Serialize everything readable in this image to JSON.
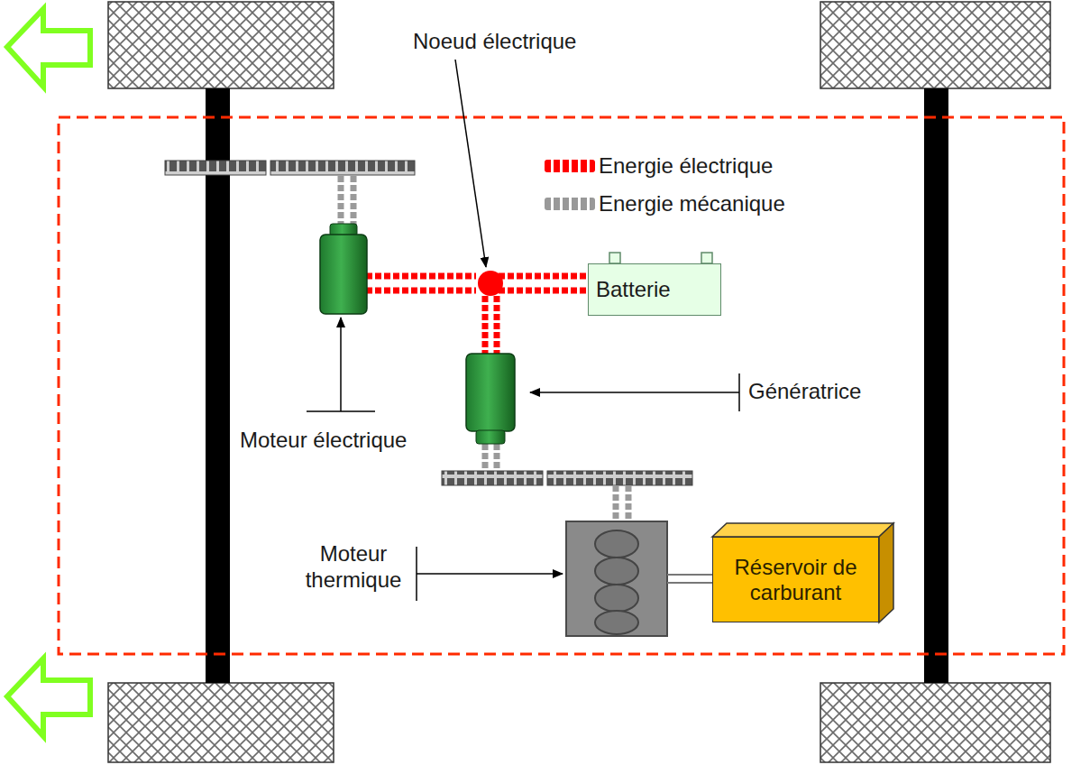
{
  "diagram": {
    "nodes": [
      {
        "text": [
          "Batterie"
        ]
      },
      {
        "text": [
          "Réservoir de carburant"
        ]
      }
    ],
    "labels": [
      "Noeud électrique",
      "Génératrice",
      "Moteur électrique",
      "Moteur thermique"
    ],
    "legend": [
      {
        "text": "Energie électrique",
        "color": "#ff0000"
      },
      {
        "text": "Energie mécanique",
        "color": "#999999"
      }
    ]
  }
}
